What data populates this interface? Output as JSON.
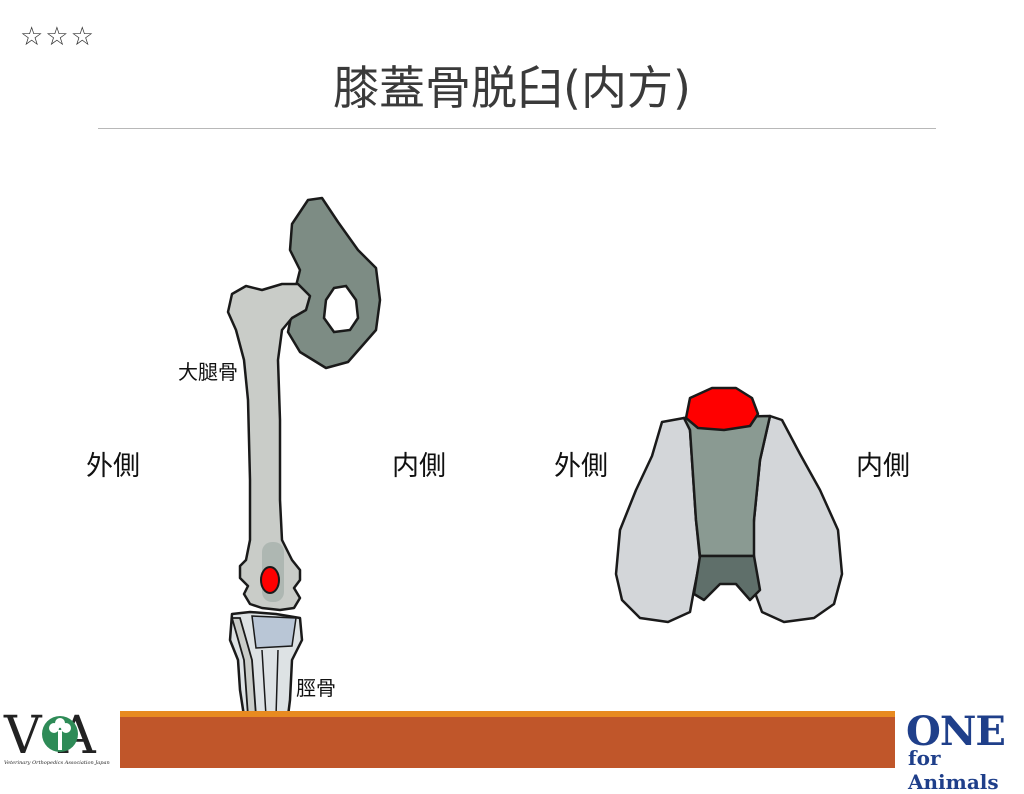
{
  "header": {
    "stars": "☆☆☆",
    "title": "膝蓋骨脱臼(内方)"
  },
  "left_diagram": {
    "lateral_label": "外側",
    "medial_label": "内側",
    "femur_label": "大腿骨",
    "tibia_label": "脛骨"
  },
  "right_diagram": {
    "lateral_label": "外側",
    "medial_label": "内側"
  },
  "footer": {
    "voa_logo_text": "V A",
    "voa_logo_subtitle": "Veterinary Orthopedics Association Japan",
    "one_logo_text": "ONE",
    "one_logo_subtitle": "for Animals"
  },
  "colors": {
    "bone_light": "#c9ccc8",
    "bone_dark": "#8a9a92",
    "pelvis": "#7d8c84",
    "patella": "#ff0000",
    "footer_bar": "#c0562a",
    "footer_accent": "#e88a20",
    "voa_green": "#2e8b57",
    "one_blue": "#1f3f8a"
  }
}
